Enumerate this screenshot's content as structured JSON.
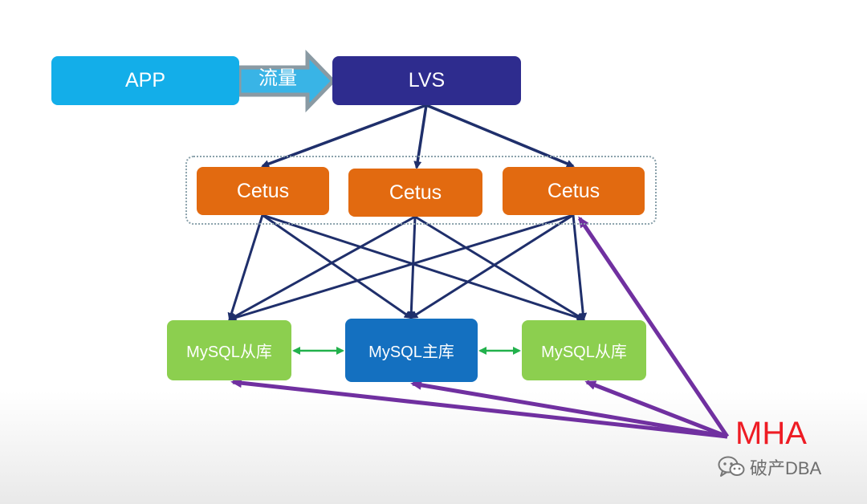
{
  "nodes": {
    "app": "APP",
    "lvs": "LVS",
    "cetus": [
      "Cetus",
      "Cetus",
      "Cetus"
    ],
    "mysql_slave_left": "MySQL从库",
    "mysql_master": "MySQL主库",
    "mysql_slave_right": "MySQL从库"
  },
  "flow_arrow": {
    "label": "流量"
  },
  "mha": {
    "label": "MHA"
  },
  "watermark": {
    "text": "破产DBA",
    "icon": "wechat-icon"
  },
  "colors": {
    "app": "#13aee9",
    "lvs": "#2e2c8e",
    "cetus": "#e26a10",
    "mysql_master": "#1470c0",
    "mysql_slave": "#8ccf4f",
    "mha_text": "#ee1c24",
    "mha_arrows": "#7030a0",
    "connector": "#1f2f6b",
    "replication": "#22b14c",
    "flow_arrow": "#39b4e6"
  }
}
